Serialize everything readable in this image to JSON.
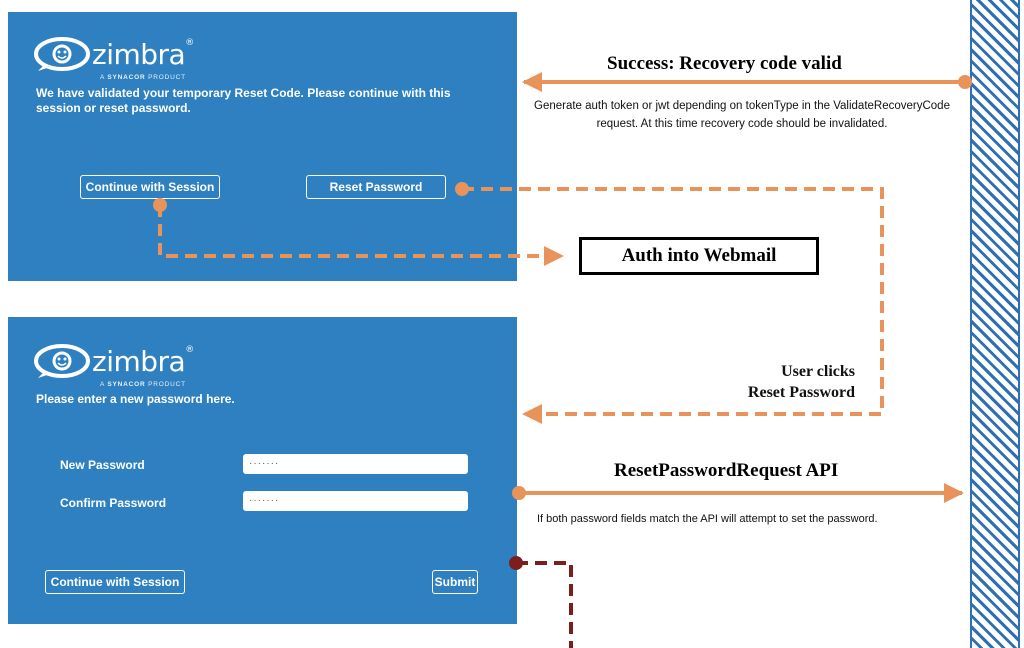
{
  "logo": {
    "name": "zimbra",
    "tagline_prefix": "A",
    "tagline_brand": "SYNACOR",
    "tagline_suffix": "PRODUCT"
  },
  "validated_screen": {
    "message": "We have validated your temporary Reset Code. Please continue with this session or reset password.",
    "continue_label": "Continue with Session",
    "reset_label": "Reset Password"
  },
  "new_password_screen": {
    "message": "Please enter a new password here.",
    "new_password_label": "New Password",
    "new_password_value": "·······",
    "confirm_password_label": "Confirm Password",
    "confirm_password_value": "·······",
    "continue_label": "Continue with Session",
    "submit_label": "Submit"
  },
  "annotations": {
    "success_title": "Success: Recovery code valid",
    "success_desc": "Generate auth token or jwt depending on tokenType in the ValidateRecoveryCode request. At this time recovery code should be invalidated.",
    "auth_box": "Auth into Webmail",
    "user_clicks_line1": "User clicks",
    "user_clicks_line2": "Reset Password",
    "reset_api_title": "ResetPasswordRequest API",
    "reset_api_desc": "If both password fields match the API will  attempt to set the password."
  },
  "colors": {
    "panel": "#2f80c1",
    "arrow": "#e8935a",
    "dark_arrow": "#7a1e1e",
    "server_stripes": "#2f6fb3"
  }
}
